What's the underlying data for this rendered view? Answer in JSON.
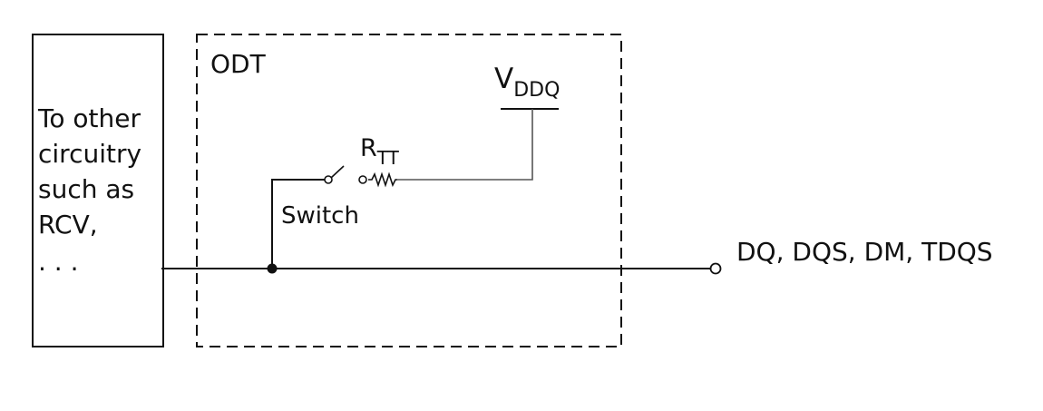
{
  "other_circuitry": {
    "lines": [
      "To other",
      "circuitry",
      "such as",
      "RCV,",
      ". . ."
    ]
  },
  "odt": {
    "label": "ODT",
    "supply": {
      "main": "V",
      "sub": "DDQ"
    },
    "resistor": {
      "main": "R",
      "sub": "TT"
    },
    "switch_label": "Switch"
  },
  "signal_label": "DQ, DQS, DM, TDQS",
  "colors": {
    "stroke": "#111111",
    "background": "#ffffff"
  }
}
